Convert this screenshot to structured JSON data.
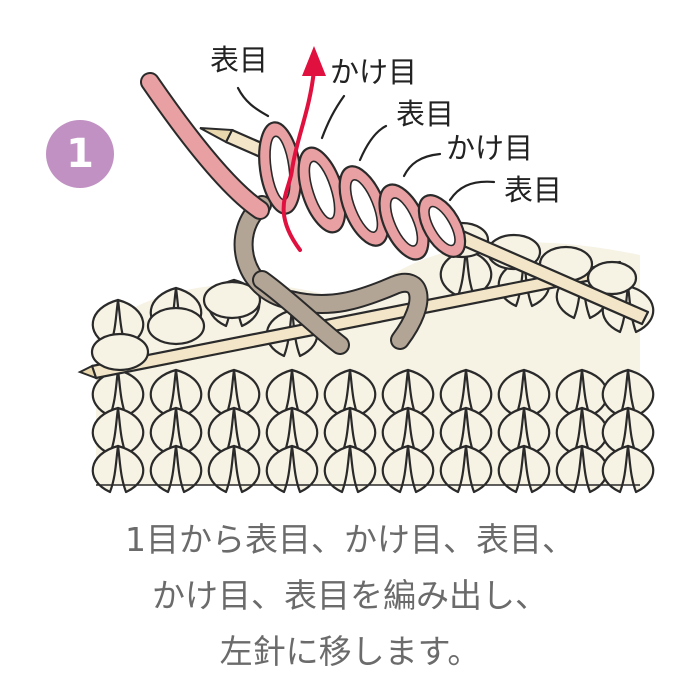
{
  "step": {
    "number": "1"
  },
  "labels": {
    "knit_1": "表目",
    "yo_1": "かけ目",
    "knit_2": "表目",
    "yo_2": "かけ目",
    "knit_3": "表目"
  },
  "caption": {
    "line1": "1目から表目、かけ目、表目、",
    "line2": "かけ目、表目を編み出し、",
    "line3": "左針に移します。"
  },
  "colors": {
    "badge": "#c091c2",
    "yarn_pink": "#e8a0a2",
    "yarn_taupe": "#b3a596",
    "stitch_cream": "#f6f2e4",
    "arrow_red": "#e0113f",
    "caption_text": "#6b6b6b"
  }
}
